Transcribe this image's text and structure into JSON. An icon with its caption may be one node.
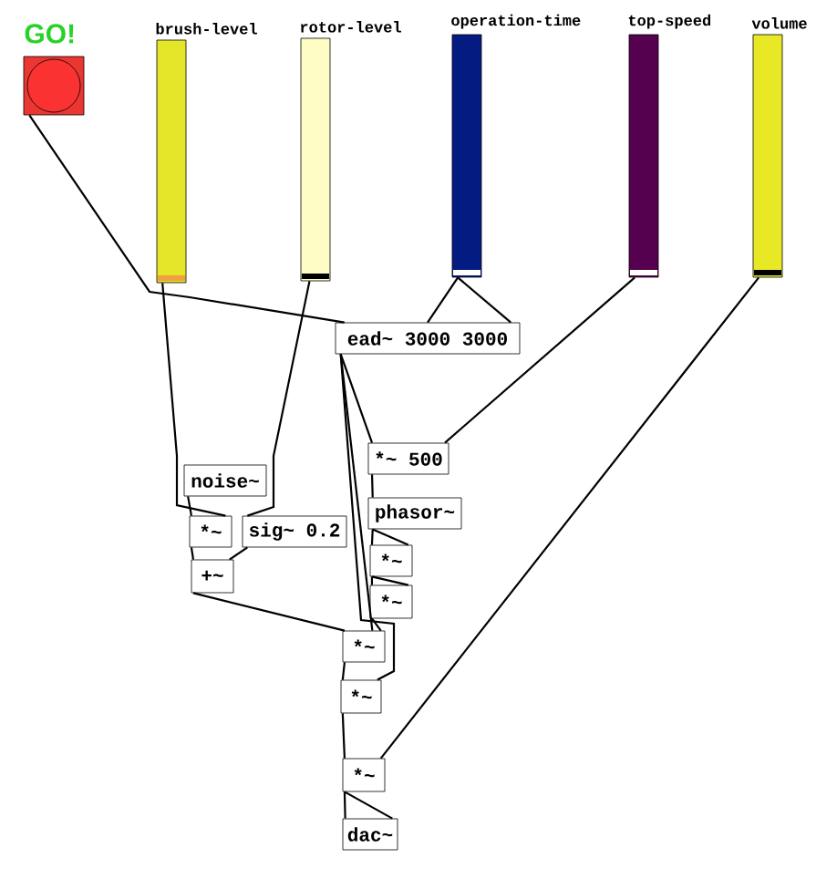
{
  "diagram": {
    "nodes": [
      {
        "text": [
          "GO!"
        ]
      },
      {
        "text": [
          "brush-level"
        ]
      },
      {
        "text": [
          "rotor-level"
        ]
      },
      {
        "text": [
          "operation-time"
        ]
      },
      {
        "text": [
          "top-speed"
        ]
      },
      {
        "text": [
          "volume"
        ]
      },
      {
        "text": [
          "ead~ 3000 3000"
        ]
      },
      {
        "text": [
          "noise~"
        ]
      },
      {
        "text": [
          "*~"
        ]
      },
      {
        "text": [
          "sig~ 0.2"
        ]
      },
      {
        "text": [
          "+~"
        ]
      },
      {
        "text": [
          "*~ 500"
        ]
      },
      {
        "text": [
          "phasor~"
        ]
      },
      {
        "text": [
          "*~"
        ]
      },
      {
        "text": [
          "*~"
        ]
      },
      {
        "text": [
          "*~"
        ]
      },
      {
        "text": [
          "*~"
        ]
      },
      {
        "text": [
          "*~"
        ]
      },
      {
        "text": [
          "dac~"
        ]
      }
    ],
    "edges": [
      {
        "from": 0,
        "to": 6,
        "arrow": "none"
      },
      {
        "from": 1,
        "to": 8,
        "arrow": "none"
      },
      {
        "from": 2,
        "to": 9,
        "arrow": "none"
      },
      {
        "from": 3,
        "to": 6,
        "arrow": "none"
      },
      {
        "from": 3,
        "to": 6,
        "arrow": "none"
      },
      {
        "from": 4,
        "to": 11,
        "arrow": "none"
      },
      {
        "from": 5,
        "to": 17,
        "arrow": "none"
      },
      {
        "from": 6,
        "to": 11,
        "arrow": "none"
      },
      {
        "from": 6,
        "to": 15,
        "arrow": "none"
      },
      {
        "from": 6,
        "to": 16,
        "arrow": "none"
      },
      {
        "from": 7,
        "to": 8,
        "arrow": "none"
      },
      {
        "from": 8,
        "to": 10,
        "arrow": "none"
      },
      {
        "from": 9,
        "to": 10,
        "arrow": "none"
      },
      {
        "from": 10,
        "to": 15,
        "arrow": "none"
      },
      {
        "from": 11,
        "to": 12,
        "arrow": "none"
      },
      {
        "from": 12,
        "to": 13,
        "arrow": "none"
      },
      {
        "from": 12,
        "to": 13,
        "arrow": "none"
      },
      {
        "from": 13,
        "to": 14,
        "arrow": "none"
      },
      {
        "from": 13,
        "to": 14,
        "arrow": "none"
      },
      {
        "from": 14,
        "to": 15,
        "arrow": "none"
      },
      {
        "from": 15,
        "to": 16,
        "arrow": "none"
      },
      {
        "from": 16,
        "to": 17,
        "arrow": "none"
      },
      {
        "from": 17,
        "to": 18,
        "arrow": "none"
      },
      {
        "from": 17,
        "to": 18,
        "arrow": "none"
      }
    ]
  }
}
